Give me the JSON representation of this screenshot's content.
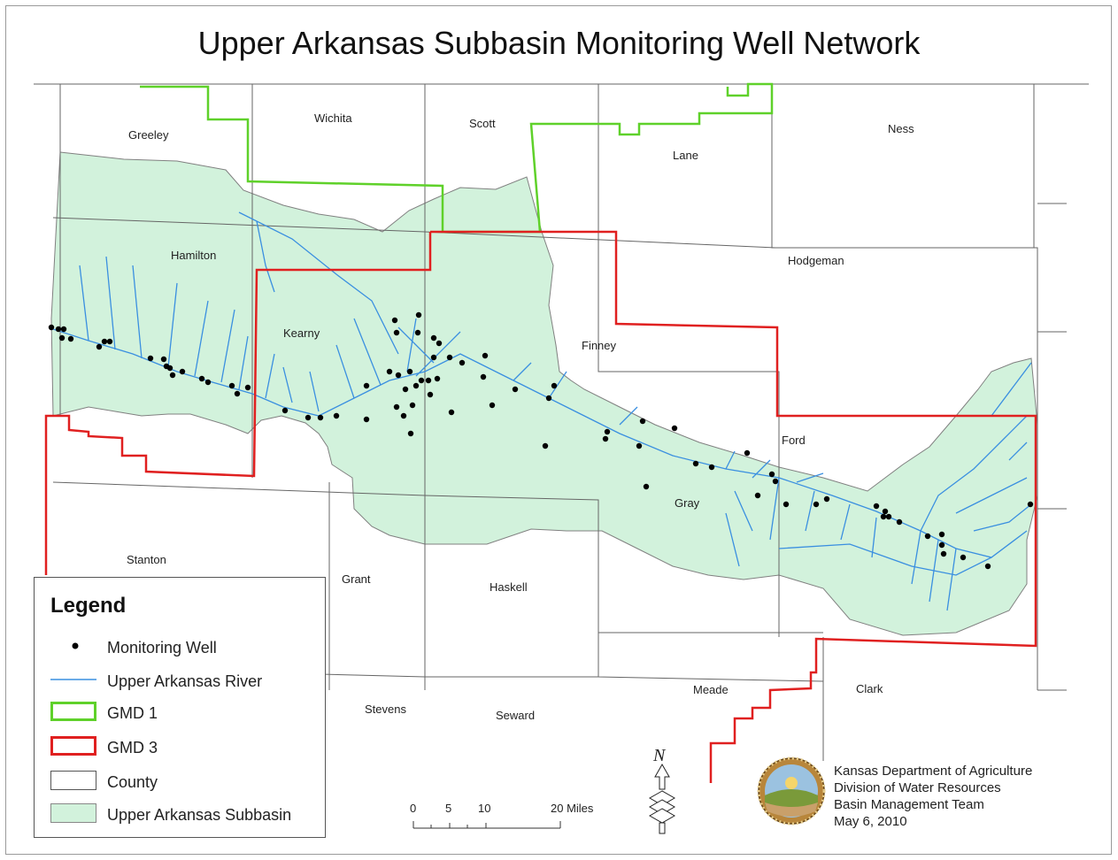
{
  "title": "Upper Arkansas Subbasin Monitoring Well Network",
  "counties": [
    {
      "name": "Greeley"
    },
    {
      "name": "Wichita"
    },
    {
      "name": "Scott"
    },
    {
      "name": "Lane"
    },
    {
      "name": "Ness"
    },
    {
      "name": "Hamilton"
    },
    {
      "name": "Kearny"
    },
    {
      "name": "Finney"
    },
    {
      "name": "Hodgeman"
    },
    {
      "name": "Ford"
    },
    {
      "name": "Gray"
    },
    {
      "name": "Stanton"
    },
    {
      "name": "Grant"
    },
    {
      "name": "Haskell"
    },
    {
      "name": "Stevens"
    },
    {
      "name": "Seward"
    },
    {
      "name": "Meade"
    },
    {
      "name": "Clark"
    }
  ],
  "legend": {
    "title": "Legend",
    "items": [
      {
        "label": "Monitoring Well"
      },
      {
        "label": "Upper Arkansas River"
      },
      {
        "label": "GMD 1"
      },
      {
        "label": "GMD 3"
      },
      {
        "label": "County"
      },
      {
        "label": "Upper Arkansas Subbasin"
      }
    ]
  },
  "scale_bar": {
    "ticks": [
      "0",
      "5",
      "10",
      "20 Miles"
    ]
  },
  "north_arrow": {
    "label": "N"
  },
  "credits": [
    "Kansas Department of Agriculture",
    "Division of Water Resources",
    "Basin Management Team",
    "May 6, 2010"
  ],
  "colors": {
    "subbasin_fill": "#d2f2dc",
    "subbasin_edge": "#808080",
    "river": "#3a8fe0",
    "gmd1": "#5fd12a",
    "gmd3": "#e02020",
    "county": "#666666",
    "well": "#000000"
  },
  "icons": {
    "north_arrow": "north-arrow-icon",
    "seal": "kda-seal-icon"
  }
}
